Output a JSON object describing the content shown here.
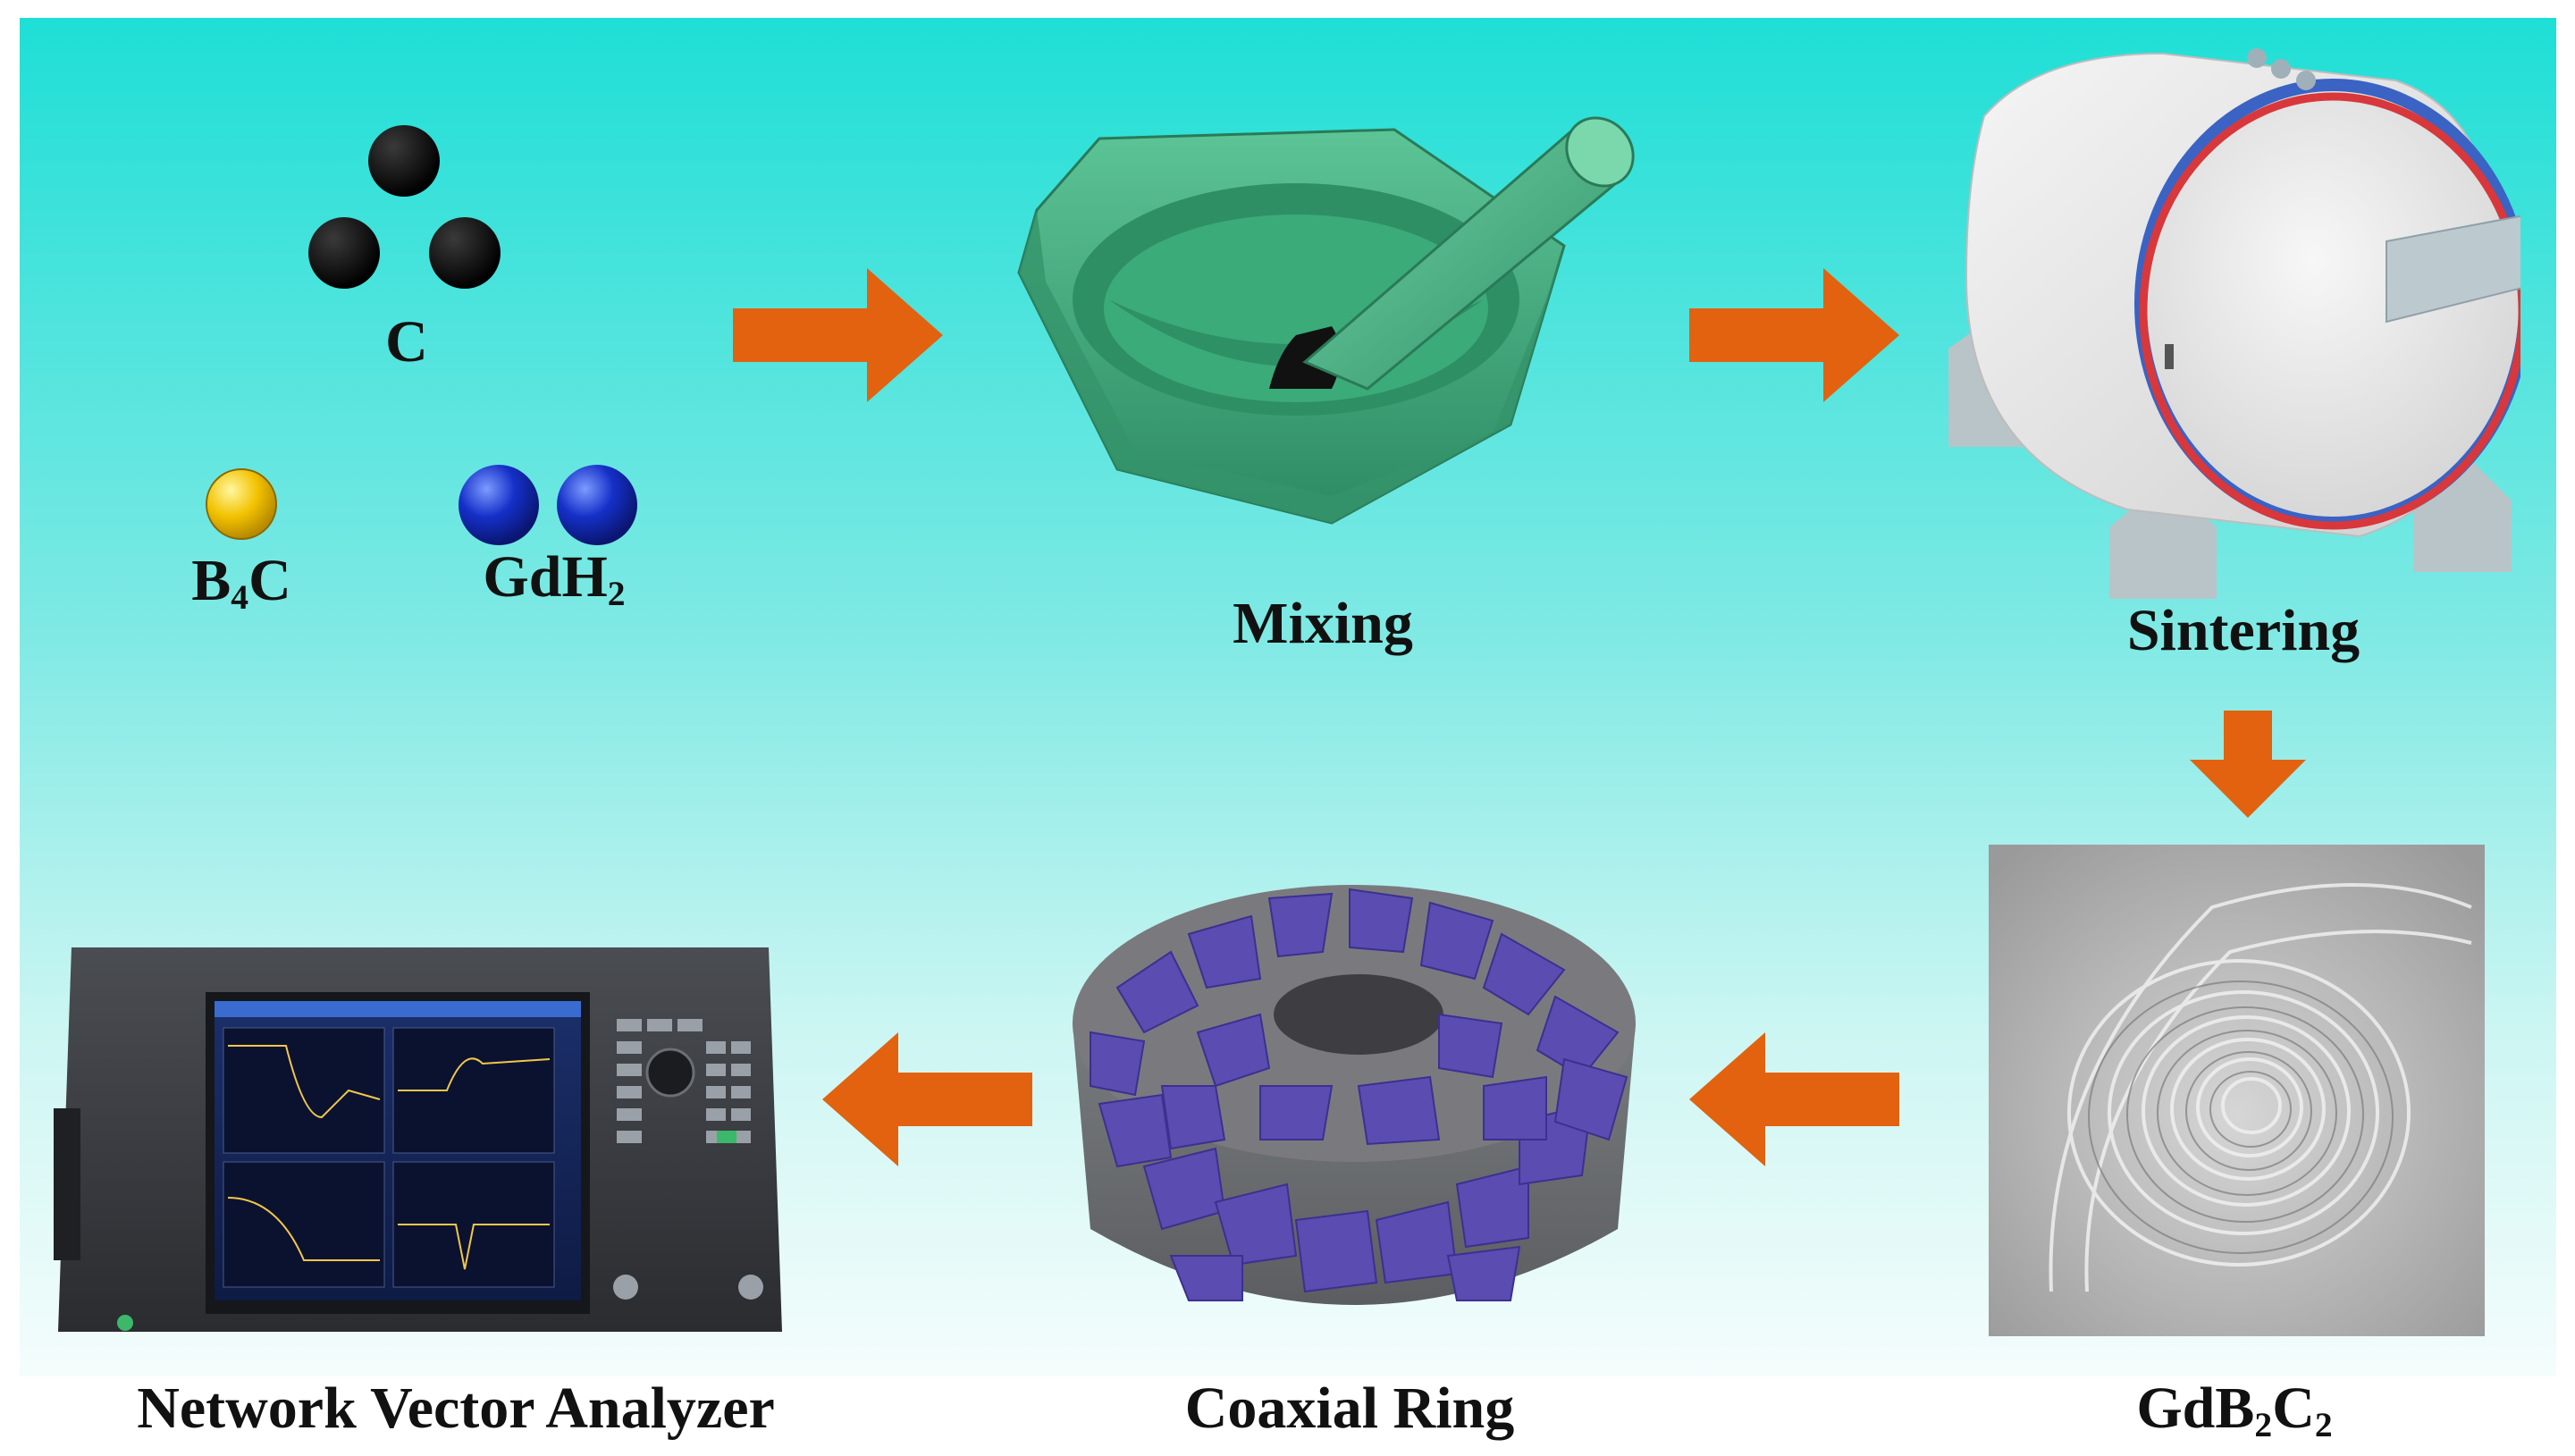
{
  "elements": {
    "carbon": "C",
    "boron_carbide": {
      "prefix": "B",
      "sub": "4",
      "suffix": "C"
    },
    "gadolinium_hydride": {
      "prefix": "GdH",
      "sub": "2"
    }
  },
  "steps": {
    "mixing": "Mixing",
    "sintering": "Sintering",
    "product": {
      "prefix": "GdB",
      "sub1": "2",
      "mid": "C",
      "sub2": "2"
    },
    "coaxial_ring": "Coaxial Ring",
    "analyzer": "Network Vector Analyzer"
  },
  "colors": {
    "background_top": "#1edfd6",
    "arrow": "#e2620f",
    "carbon": "#000000",
    "boron_carbide": "#f2c200",
    "gadolinium_hydride": "#1530c8",
    "mortar": "#3aa478",
    "ring_particles": "#5a4cb0"
  }
}
